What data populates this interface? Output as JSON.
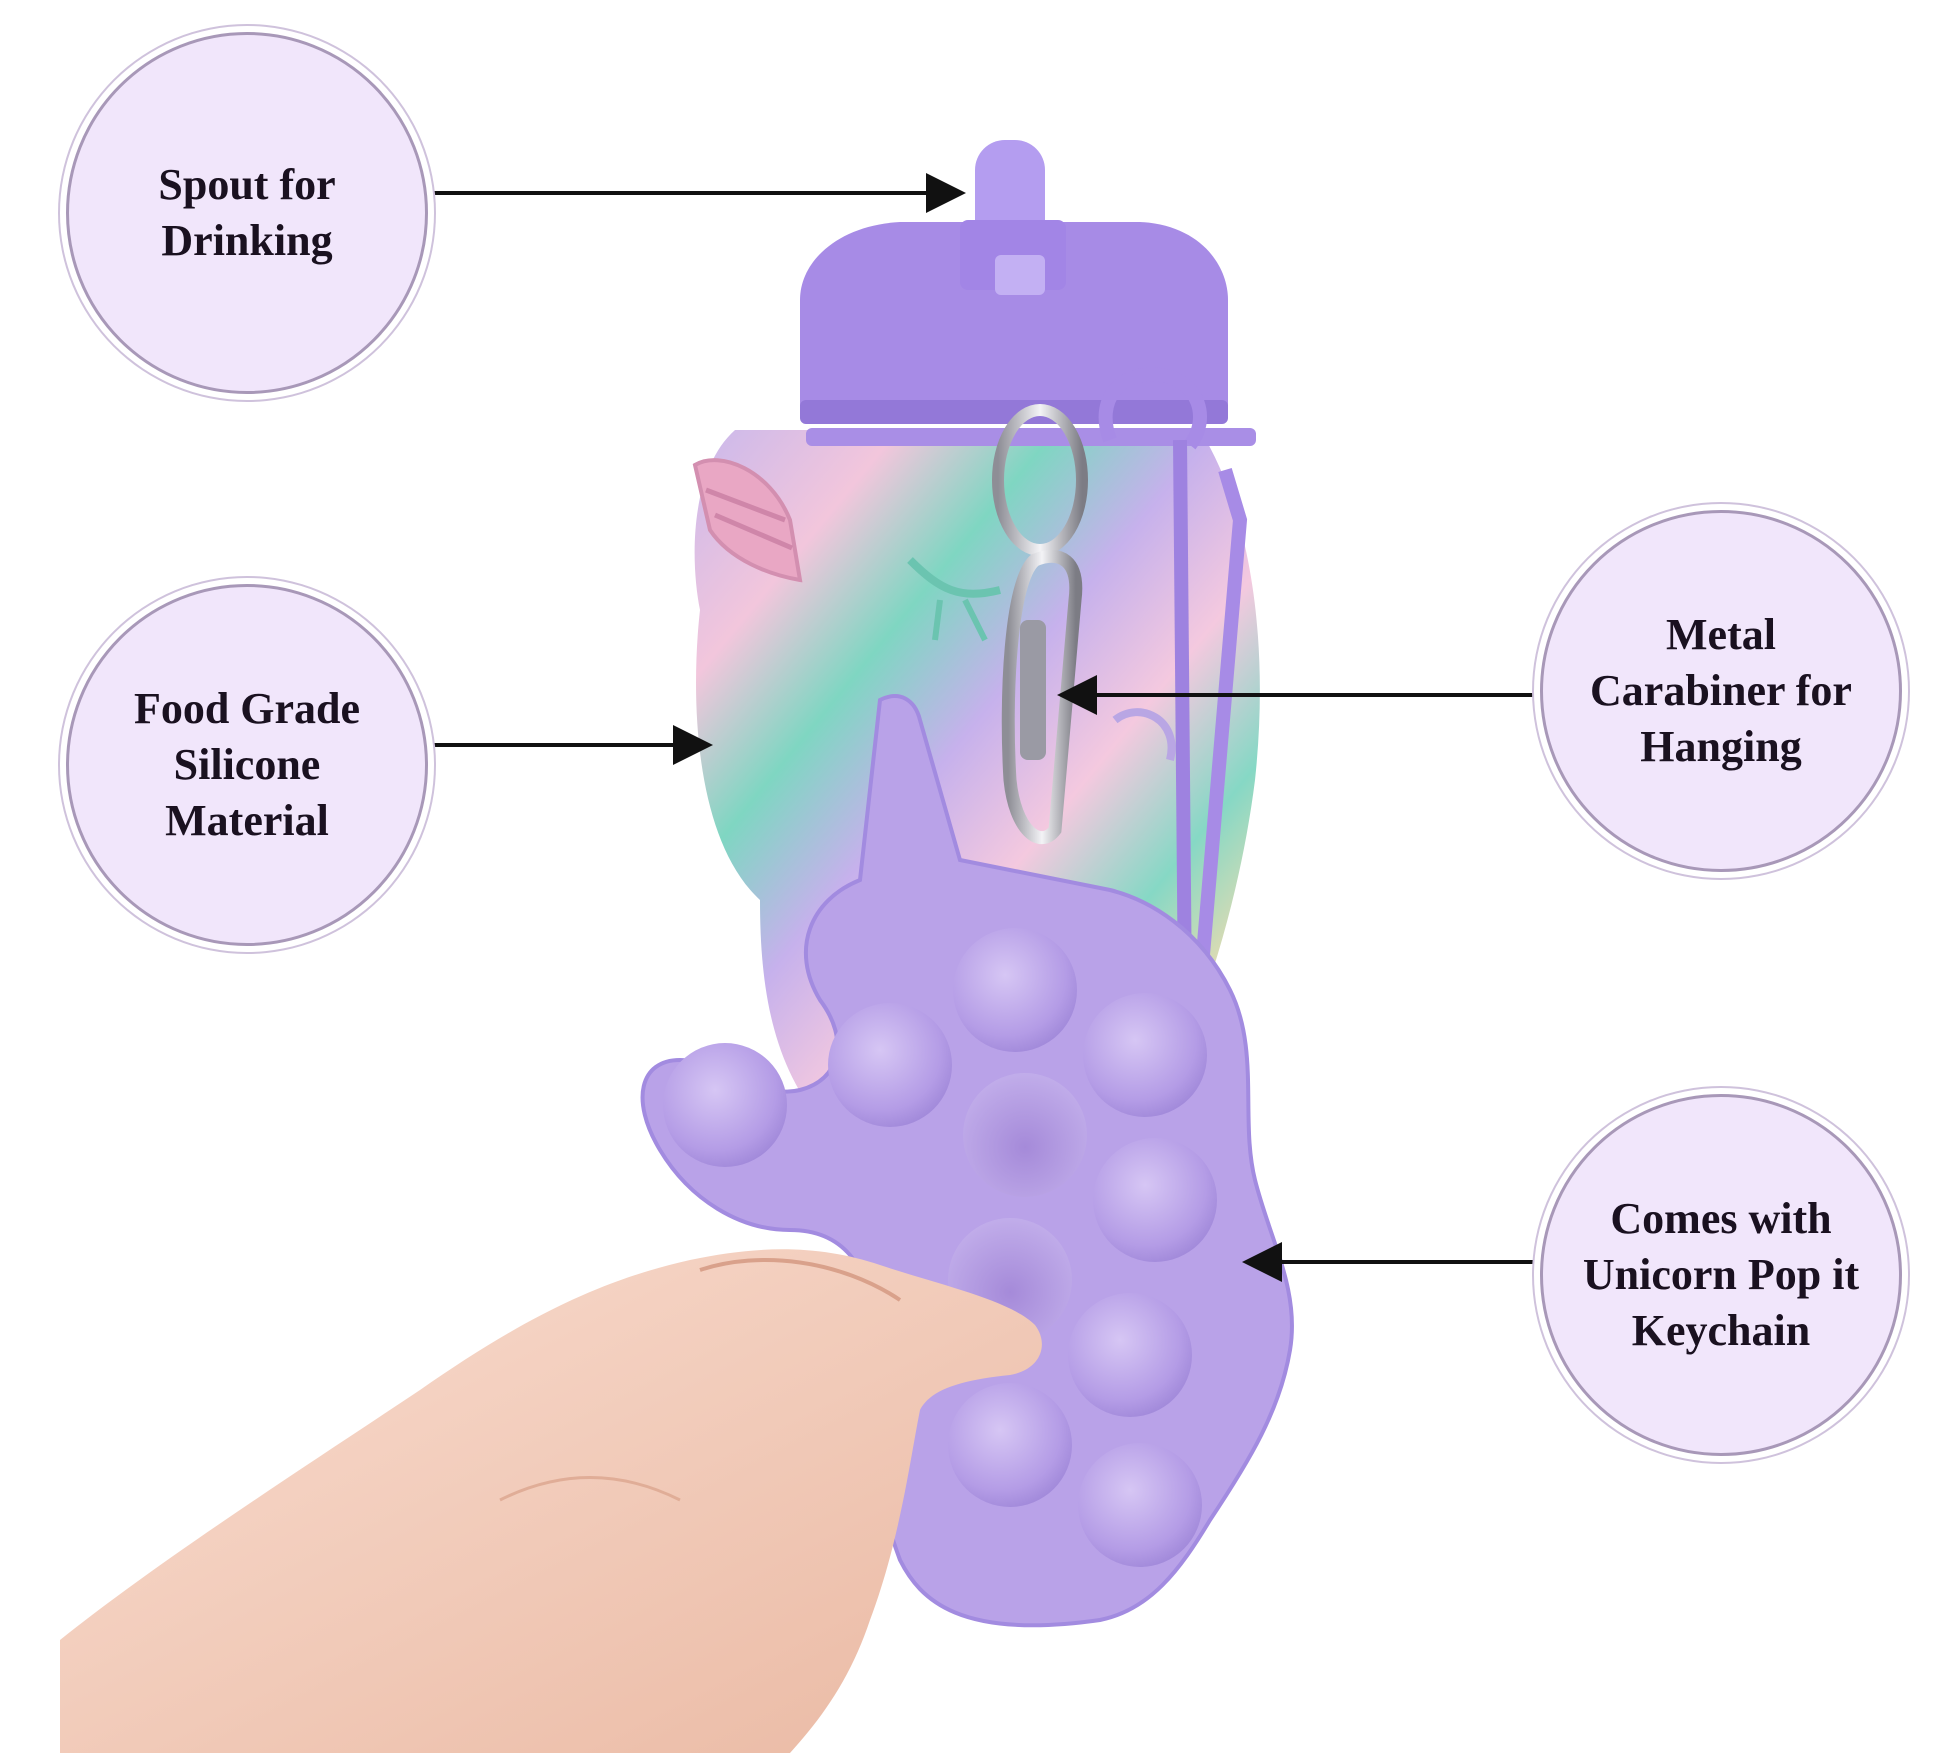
{
  "callouts": [
    {
      "id": "spout",
      "text": "Spout for\nDrinking"
    },
    {
      "id": "silicone",
      "text": "Food Grade\nSilicone\nMaterial"
    },
    {
      "id": "carabiner",
      "text": "Metal\nCarabiner for\nHanging"
    },
    {
      "id": "keychain",
      "text": "Comes with\nUnicorn Pop it\nKeychain"
    }
  ],
  "colors": {
    "lid": "#a78be6",
    "popit": "#b9a2e8",
    "callout_fill": "#f1e6fb",
    "bottle_pink": "#f2c6dc",
    "bottle_mint": "#7fd6c2",
    "bottle_yellow": "#f5dcae",
    "horn": "#e9a7c4"
  }
}
